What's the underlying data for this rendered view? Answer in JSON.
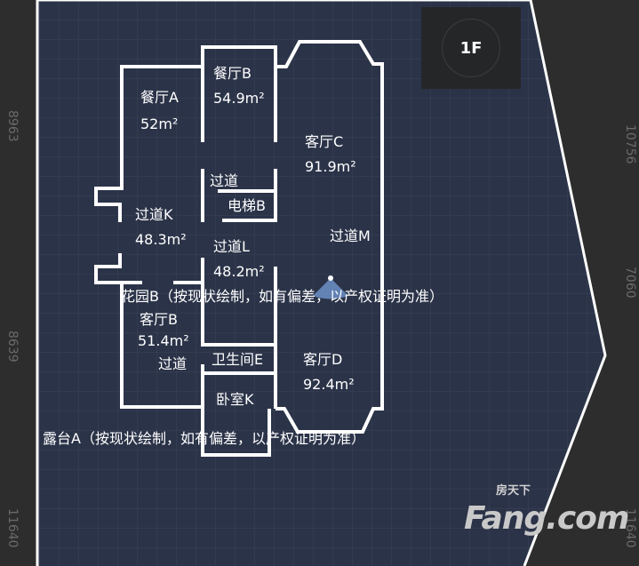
{
  "floor_selector": {
    "label": "1F"
  },
  "rooms": {
    "dining_a": {
      "name": "餐厅A",
      "area": "52m²"
    },
    "dining_b": {
      "name": "餐厅B",
      "area": "54.9m²"
    },
    "living_c": {
      "name": "客厅C",
      "area": "91.9m²"
    },
    "passage_k": {
      "name": "过道K",
      "area": "48.3m²"
    },
    "passage_elevator": {
      "name1": "过道",
      "name2": "电梯B"
    },
    "passage_l": {
      "name": "过道L",
      "area": "48.2m²"
    },
    "passage_m": {
      "name": "过道M"
    },
    "living_b": {
      "name": "客厅B",
      "area": "51.4m²"
    },
    "garden_b": {
      "name": "花园B（按现状绘制，如有偏差，以产权证明为准）"
    },
    "passage_bath": {
      "name1": "过道",
      "name2": "卫生间E"
    },
    "living_d": {
      "name": "客厅D",
      "area": "92.4m²"
    },
    "bedroom_k": {
      "name": "卧室K"
    },
    "terrace_a": {
      "name": "露台A（按现状绘制，如有偏差，以产权证明为准）"
    }
  },
  "dimensions": {
    "left": [
      "8963",
      "8639",
      "11640"
    ],
    "right": [
      "10756",
      "7060",
      "11640"
    ]
  },
  "watermark": {
    "logo": "Fang.com",
    "logo_cn": "房天下"
  },
  "colors": {
    "plan_bg": "#2b3348",
    "outside": "#2d2d2d",
    "wall": "#ffffff"
  }
}
